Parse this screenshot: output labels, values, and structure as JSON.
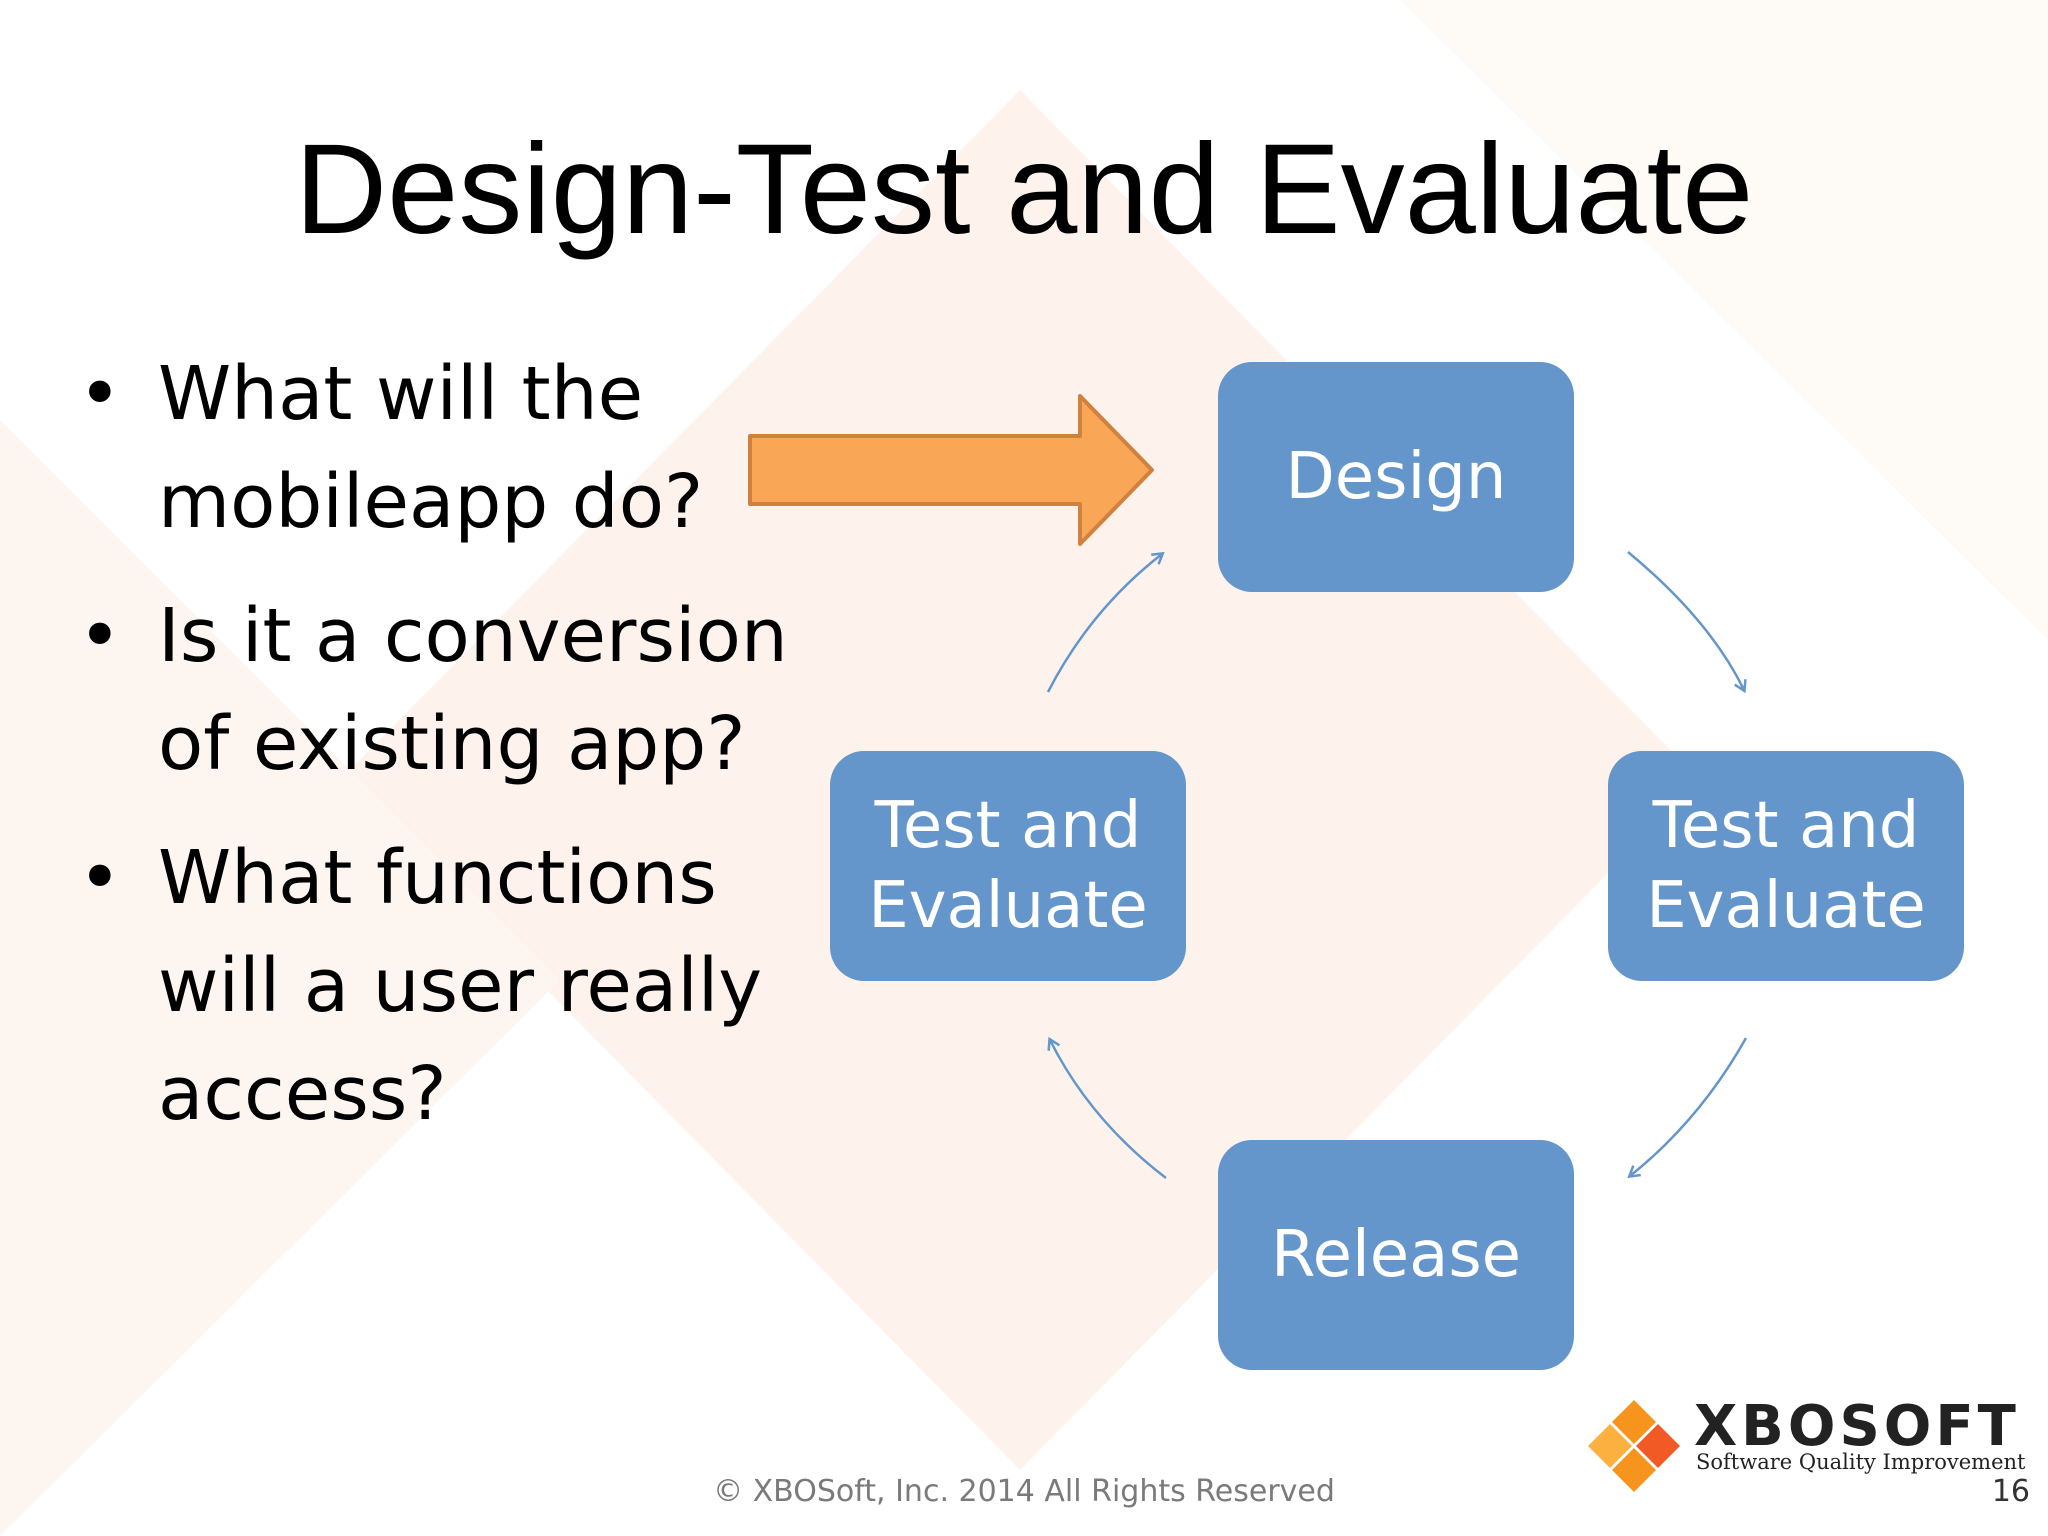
{
  "slide": {
    "title": "Design-Test and Evaluate",
    "bullets": [
      {
        "text": "What will the mobileapp do?"
      },
      {
        "text": "Is it a conversion of existing app?"
      },
      {
        "text": "What functions will a user really access?"
      }
    ],
    "bullet_glyph": "•",
    "footer": "© XBOSoft, Inc. 2014 All Rights Reserved",
    "page_number": "16"
  },
  "diagram": {
    "nodes": [
      {
        "id": "design",
        "label": "Design"
      },
      {
        "id": "test-evaluate-right",
        "label": "Test and\nEvaluate"
      },
      {
        "id": "release",
        "label": "Release"
      },
      {
        "id": "test-evaluate-left",
        "label": "Test and\nEvaluate"
      }
    ],
    "cycle_order": [
      "design",
      "test-evaluate-right",
      "release",
      "test-evaluate-left",
      "design"
    ],
    "node_color": "#6496cc",
    "arrow_color": "#6496cc",
    "pointer_arrow_color": "#f9a657",
    "pointer_arrow_stroke": "#d0813e"
  },
  "logo": {
    "name": "XBOSOFT",
    "tagline": "Software Quality Improvement",
    "colors": [
      "#f7941d",
      "#f15a24",
      "#fbb040"
    ]
  }
}
